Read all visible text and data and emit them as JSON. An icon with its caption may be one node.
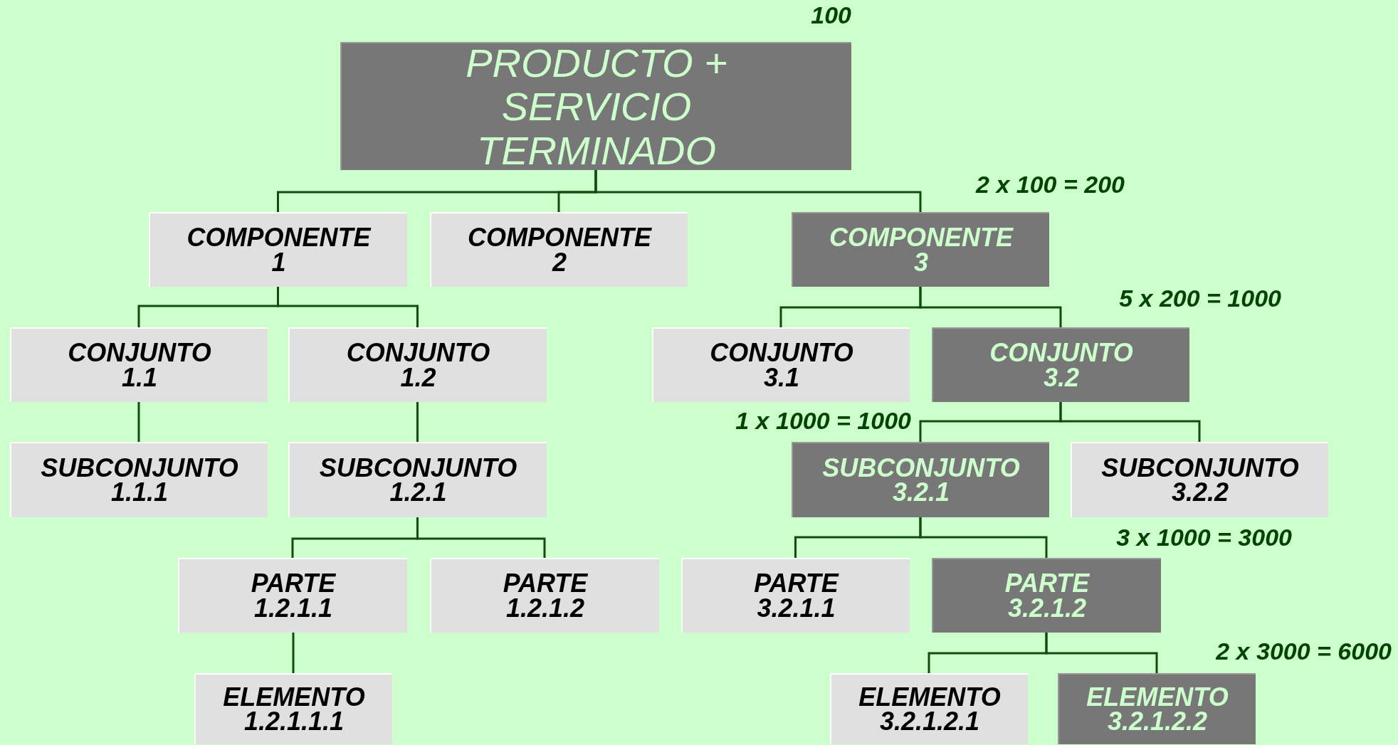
{
  "diagram": {
    "nodes": [
      {
        "text": [
          "PRODUCTO + SERVICIO TERMINADO"
        ],
        "beside": [
          "100"
        ]
      },
      {
        "text": [
          "COMPONENTE 1"
        ]
      },
      {
        "text": [
          "COMPONENTE 2"
        ]
      },
      {
        "text": [
          "COMPONENTE 3"
        ],
        "beside": [
          "2 x 100 = 200"
        ]
      },
      {
        "text": [
          "CONJUNTO 1.1"
        ]
      },
      {
        "text": [
          "CONJUNTO 1.2"
        ]
      },
      {
        "text": [
          "CONJUNTO 3.1"
        ]
      },
      {
        "text": [
          "CONJUNTO 3.2"
        ],
        "beside": [
          "5 x 200 = 1000"
        ]
      },
      {
        "text": [
          "SUBCONJUNTO 1.1.1"
        ]
      },
      {
        "text": [
          "SUBCONJUNTO 1.2.1"
        ]
      },
      {
        "text": [
          "SUBCONJUNTO 3.2.1"
        ],
        "beside": [
          "1 x 1000 = 1000"
        ]
      },
      {
        "text": [
          "SUBCONJUNTO 3.2.2"
        ]
      },
      {
        "text": [
          "PARTE 1.2.1.1"
        ]
      },
      {
        "text": [
          "PARTE 1.2.1.2"
        ]
      },
      {
        "text": [
          "PARTE 3.2.1.1"
        ]
      },
      {
        "text": [
          "PARTE 3.2.1.2"
        ],
        "beside": [
          "3 x 1000 = 3000"
        ]
      },
      {
        "text": [
          "ELEMENTO 1.2.1.1.1"
        ]
      },
      {
        "text": [
          "ELEMENTO 3.2.1.2.1"
        ]
      },
      {
        "text": [
          "ELEMENTO 3.2.1.2.2"
        ],
        "beside": [
          "2 x 3000 = 6000"
        ]
      }
    ],
    "edges": [
      {
        "from": 0,
        "to": 1,
        "arrow": "none"
      },
      {
        "from": 0,
        "to": 2,
        "arrow": "none"
      },
      {
        "from": 0,
        "to": 3,
        "arrow": "none"
      },
      {
        "from": 1,
        "to": 4,
        "arrow": "none"
      },
      {
        "from": 1,
        "to": 5,
        "arrow": "none"
      },
      {
        "from": 3,
        "to": 6,
        "arrow": "none"
      },
      {
        "from": 3,
        "to": 7,
        "arrow": "none"
      },
      {
        "from": 4,
        "to": 8,
        "arrow": "none"
      },
      {
        "from": 5,
        "to": 9,
        "arrow": "none"
      },
      {
        "from": 7,
        "to": 10,
        "arrow": "none"
      },
      {
        "from": 7,
        "to": 11,
        "arrow": "none"
      },
      {
        "from": 9,
        "to": 12,
        "arrow": "none"
      },
      {
        "from": 9,
        "to": 13,
        "arrow": "none"
      },
      {
        "from": 10,
        "to": 14,
        "arrow": "none"
      },
      {
        "from": 10,
        "to": 15,
        "arrow": "none"
      },
      {
        "from": 12,
        "to": 16,
        "arrow": "none"
      },
      {
        "from": 15,
        "to": 17,
        "arrow": "none"
      },
      {
        "from": 15,
        "to": 18,
        "arrow": "none"
      }
    ]
  }
}
